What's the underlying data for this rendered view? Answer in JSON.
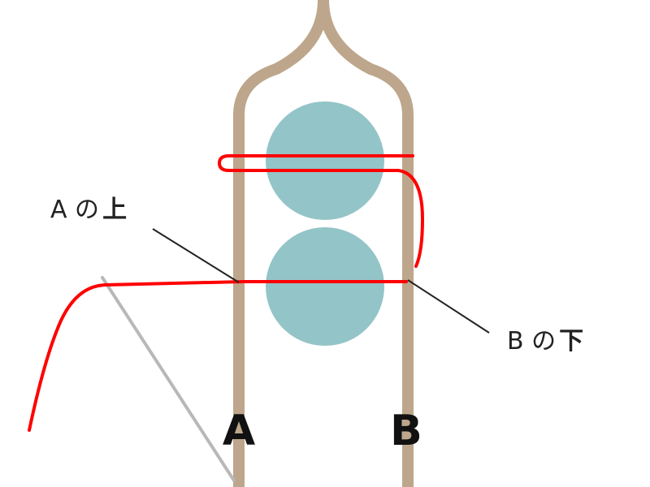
{
  "diagram": {
    "labels": {
      "strand_a": "A",
      "strand_b": "B",
      "callout_a_prefix": "A の",
      "callout_a_strong": "上",
      "callout_b_prefix": "B の",
      "callout_b_strong": "下"
    },
    "colors": {
      "wire": "#bda68b",
      "bead": "#93c4c8",
      "thread": "#ff0000",
      "needle": "#b8b8b8",
      "leader_line": "#222222",
      "text": "#222222"
    },
    "beads_count": 2
  }
}
